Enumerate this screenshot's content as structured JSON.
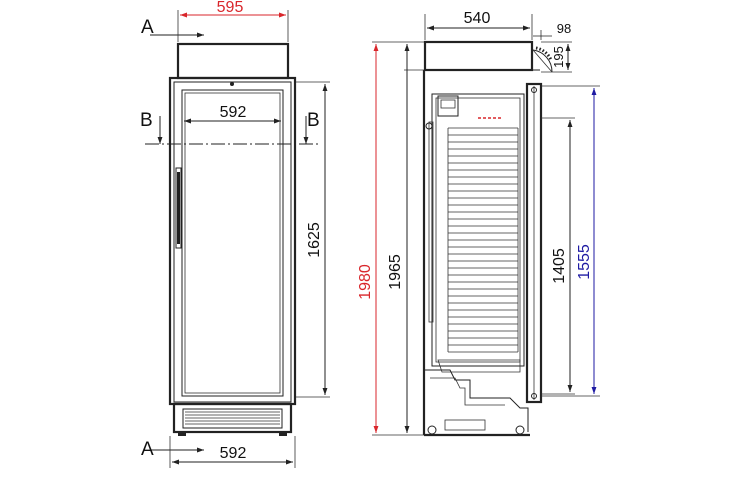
{
  "colors": {
    "line": "#222222",
    "dimension_red": "#d9262b",
    "dimension_blue": "#1e1aa3",
    "background": "#ffffff"
  },
  "front_view": {
    "section_a_top": "A",
    "section_a_bottom": "A",
    "section_b_left": "B",
    "section_b_right": "B",
    "width_top": "595",
    "width_inner": "592",
    "width_bottom": "592",
    "door_height": "1625"
  },
  "side_view": {
    "depth": "540",
    "top_offset": "98",
    "top_height": "195",
    "total_height": "1980",
    "cabinet_height": "1965",
    "inner_height": "1405",
    "door_glass_height": "1555"
  }
}
